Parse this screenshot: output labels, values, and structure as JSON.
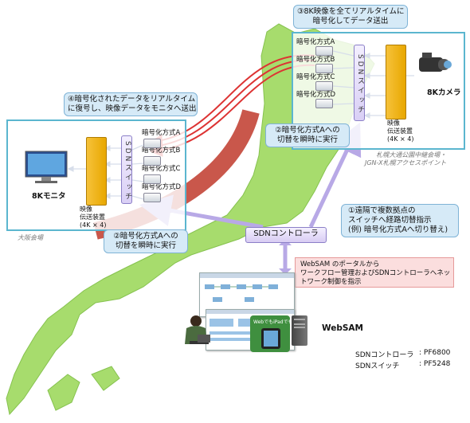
{
  "callouts": {
    "c3": "③8K映像を全てリアルタイムに\n暗号化してデータ送出",
    "c4": "④暗号化されたデータをリアルタイム\nに復号し、映像データをモニタへ送出",
    "c2_sapporo": "②暗号化方式Aへの\n切替を瞬時に実行",
    "c2_osaka": "②暗号化方式Aへの\n切替を瞬時に実行",
    "c1": "①遠隔で複数拠点の\nスイッチへ経路切替指示\n(例) 暗号化方式Aへ切り替え)"
  },
  "sapporo": {
    "enc_labels": [
      "暗号化方式A",
      "暗号化方式B",
      "暗号化方式C",
      "暗号化方式D"
    ],
    "sdn_switch": "SDNスイッチ",
    "device_label": "映像\n伝送装置\n(4K × 4)",
    "camera_label": "8Kカメラ",
    "site_name": "札幌大通公園中継会場・\nJGN-X札幌アクセスポイント"
  },
  "osaka": {
    "enc_labels": [
      "暗号化方式A",
      "暗号化方式B",
      "暗号化方式C",
      "暗号化方式D"
    ],
    "sdn_switch": "SDNスイッチ",
    "device_label": "映像\n伝送装置\n(4K × 4)",
    "monitor_label": "8Kモニタ",
    "site_name": "大阪会場"
  },
  "controller": {
    "label": "SDNコントローラ"
  },
  "note": "WebSAM のポータルから\nワークフロー管理およびSDNコントローラへネッ\nトワーク制御を指示",
  "websam": {
    "label": "WebSAM",
    "tablet_caption": "WebでもiPadでも"
  },
  "specs": [
    {
      "name": "SDNコントローラ",
      "value": ": PF6800"
    },
    {
      "name": "SDNスイッチ",
      "value": ": PF5248"
    }
  ],
  "colors": {
    "japan": "#a7dc6d",
    "site_border": "#5bb6cf",
    "callout": "#d6eaf7",
    "route_red": "#c0392b",
    "note_bg": "#fbdede"
  }
}
